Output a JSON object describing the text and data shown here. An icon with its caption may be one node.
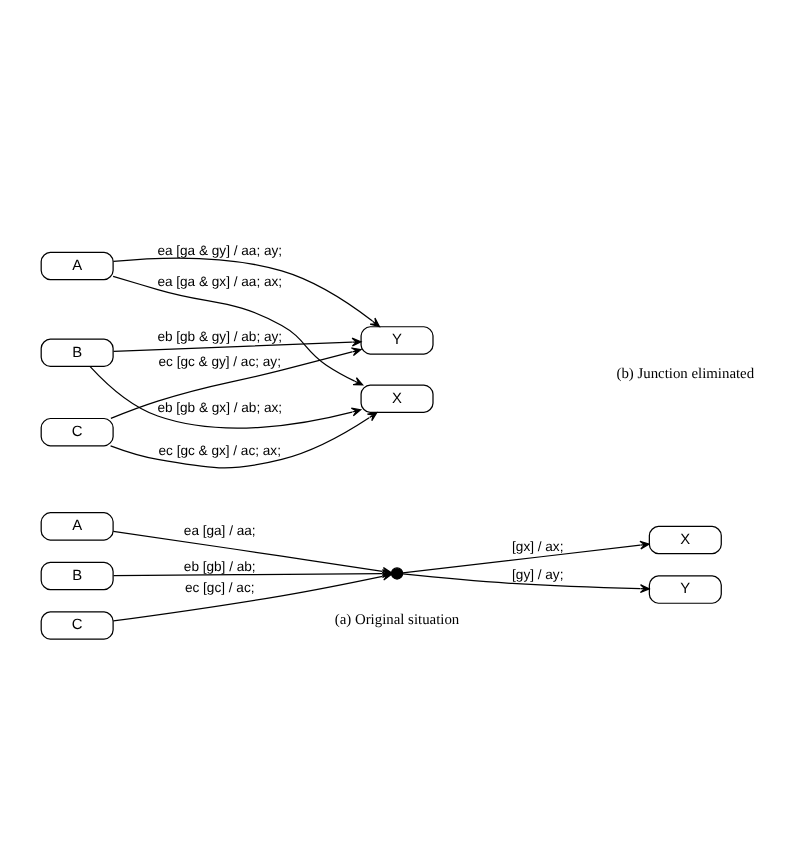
{
  "diagram": {
    "nodes": [
      {
        "text": [
          "A"
        ]
      },
      {
        "text": [
          "B"
        ]
      },
      {
        "text": [
          "C"
        ]
      },
      {
        "text": [],
        "shape": "circle"
      },
      {
        "text": [
          "X"
        ]
      },
      {
        "text": [
          "Y"
        ]
      },
      {
        "text": [
          "A"
        ]
      },
      {
        "text": [
          "B"
        ]
      },
      {
        "text": [
          "C"
        ]
      },
      {
        "text": [
          "X"
        ]
      },
      {
        "text": [
          "Y"
        ]
      }
    ],
    "edges": [
      {
        "from": 0,
        "to": 3,
        "arrow": "to",
        "label": "ea [ga] / aa;"
      },
      {
        "from": 1,
        "to": 3,
        "arrow": "to",
        "label": "eb [gb] / ab;"
      },
      {
        "from": 2,
        "to": 3,
        "arrow": "to",
        "label": "ec [gc] / ac;"
      },
      {
        "from": 3,
        "to": 4,
        "arrow": "to",
        "label": "[gx] / ax;"
      },
      {
        "from": 3,
        "to": 5,
        "arrow": "to",
        "label": "[gy] / ay;"
      },
      {
        "from": 7,
        "to": 9,
        "arrow": "to",
        "label": "eb [gb & gx] / ab; ax;"
      },
      {
        "from": 6,
        "to": 9,
        "arrow": "to",
        "label": "ea [ga & gx] / aa; ax;"
      },
      {
        "from": 6,
        "to": 10,
        "arrow": "to",
        "label": "ea [ga & gy] / aa; ay;"
      },
      {
        "from": 7,
        "to": 10,
        "arrow": "to",
        "label": "eb [gb & gy] / ab; ay;"
      },
      {
        "from": 8,
        "to": 10,
        "arrow": "to",
        "label": "ec [gc & gy] / ac; ay;"
      },
      {
        "from": 8,
        "to": 9,
        "arrow": "to",
        "label": "ec [gc & gx] / ac; ax;"
      }
    ],
    "labels": [
      "(a) Original situation",
      "(b) Junction eliminated"
    ]
  }
}
